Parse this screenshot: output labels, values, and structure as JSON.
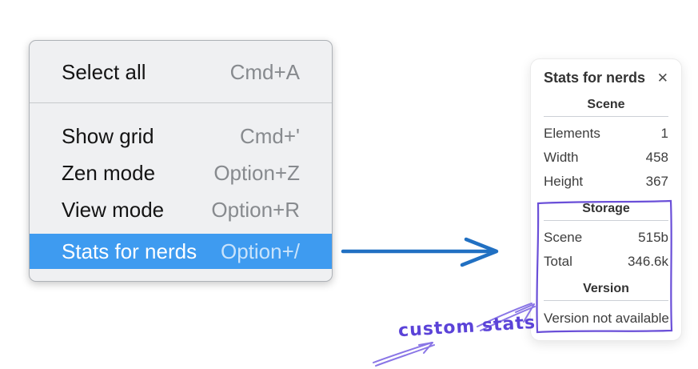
{
  "menu": {
    "highlight_color": "#3e9bf0",
    "items": [
      {
        "label": "Select all",
        "shortcut": "Cmd+A",
        "highlighted": false
      },
      {
        "label": "Show grid",
        "shortcut": "Cmd+'",
        "highlighted": false
      },
      {
        "label": "Zen mode",
        "shortcut": "Option+Z",
        "highlighted": false
      },
      {
        "label": "View mode",
        "shortcut": "Option+R",
        "highlighted": false
      },
      {
        "label": "Stats for nerds",
        "shortcut": "Option+/",
        "highlighted": true
      }
    ]
  },
  "stats_panel": {
    "title": "Stats for nerds",
    "close_icon": "✕",
    "sections": [
      {
        "header": "Scene",
        "rows": [
          {
            "label": "Elements",
            "value": "1"
          },
          {
            "label": "Width",
            "value": "458"
          },
          {
            "label": "Height",
            "value": "367"
          }
        ]
      },
      {
        "header": "Storage",
        "rows": [
          {
            "label": "Scene",
            "value": "515b"
          },
          {
            "label": "Total",
            "value": "346.6k"
          }
        ]
      },
      {
        "header": "Version",
        "note": "Version not available"
      }
    ]
  },
  "arrow": {
    "color": "#2170c2"
  },
  "annotation": {
    "label": "custom stats",
    "text_color": "#5b43d8",
    "arrow_color": "#8a76e6",
    "box_color": "#6a4fd8"
  }
}
